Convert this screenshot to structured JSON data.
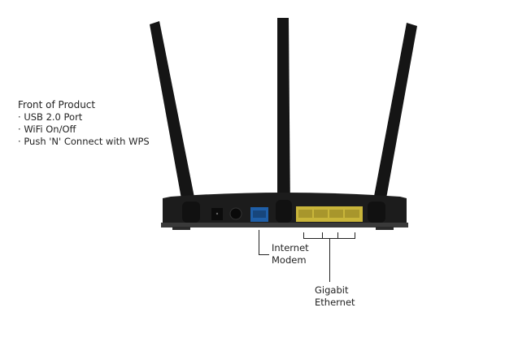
{
  "front": {
    "title": "Front of Product",
    "items": [
      "USB 2.0 Port",
      "WiFi On/Off",
      "Push 'N' Connect with WPS"
    ]
  },
  "labels": {
    "internet_line1": "Internet",
    "internet_line2": "Modem",
    "ethernet_line1": "Gigabit",
    "ethernet_line2": "Ethernet"
  },
  "colors": {
    "wan_port": "#1f5fa8",
    "lan_ports": "#c9b53a",
    "body": "#1a1a1a"
  }
}
